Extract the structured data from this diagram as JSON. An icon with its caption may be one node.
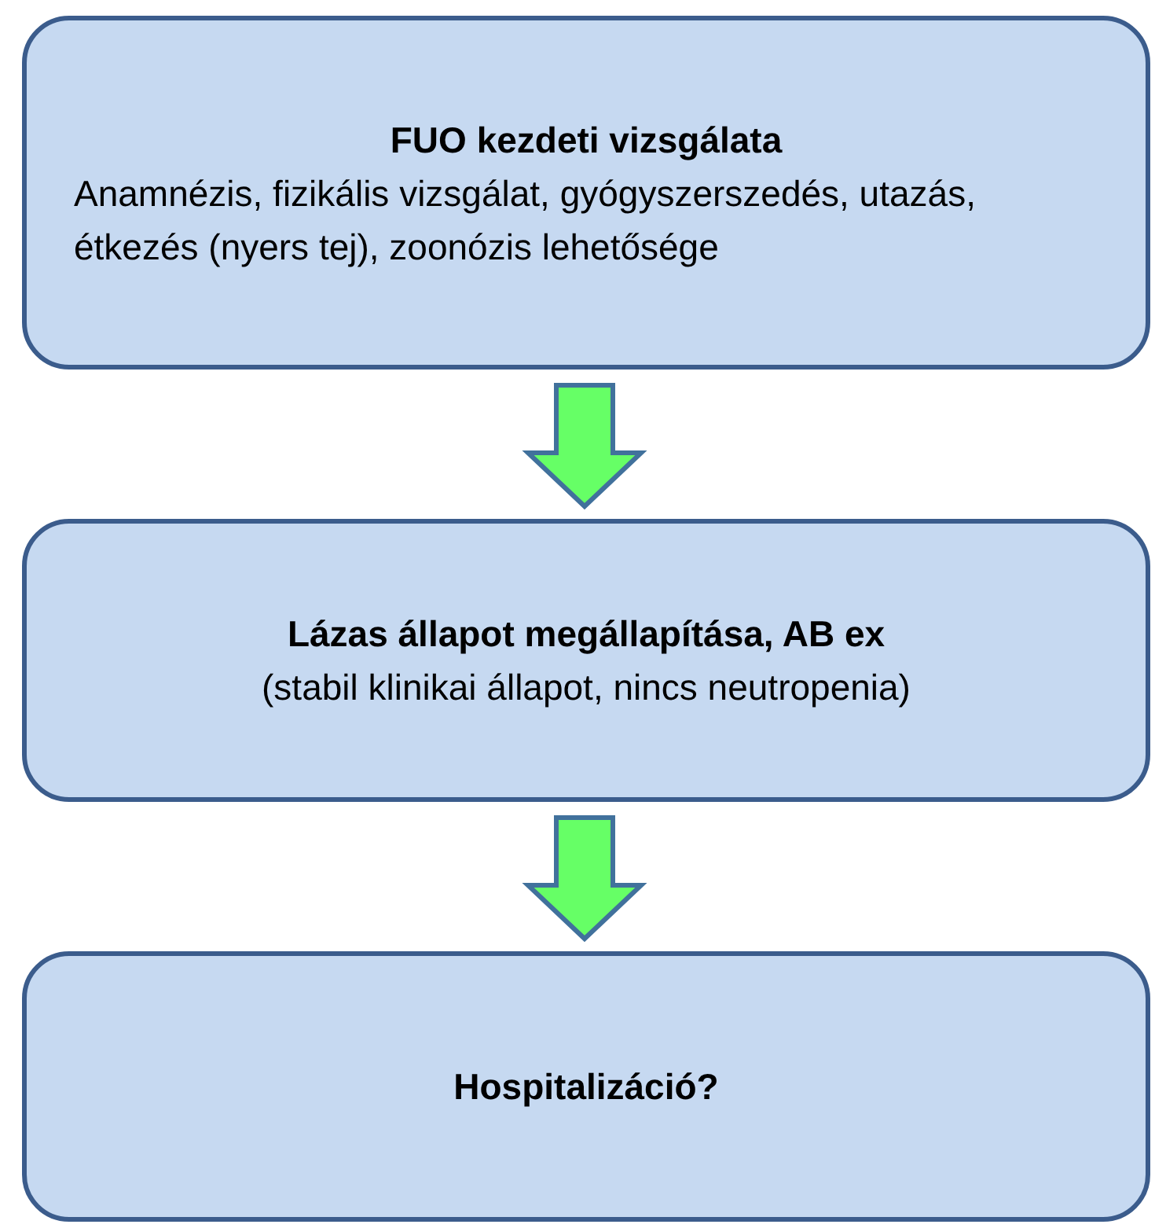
{
  "diagram": {
    "nodes": [
      {
        "text": [
          "FUO kezdeti vizsgálata",
          "Anamnézis, fizikális vizsgálat, gyógyszerszedés, utazás, étkezés (nyers tej), zoonózis lehetősége"
        ]
      },
      {
        "text": [
          "Lázas állapot megállapítása, AB ex",
          "(stabil klinikai állapot, nincs neutropenia)"
        ]
      },
      {
        "text": [
          "Hospitalizáció?"
        ]
      }
    ],
    "edges": [
      {
        "from": 0,
        "to": 1,
        "arrow": "to"
      },
      {
        "from": 1,
        "to": 2,
        "arrow": "to"
      }
    ]
  }
}
